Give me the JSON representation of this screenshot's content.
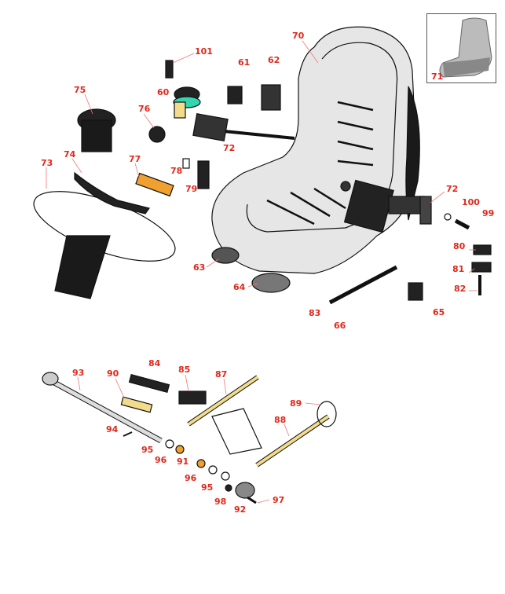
{
  "diagram": {
    "callouts": [
      "101",
      "70",
      "61",
      "62",
      "75",
      "60",
      "76",
      "72",
      "74",
      "73",
      "77",
      "78",
      "79",
      "72",
      "100",
      "99",
      "80",
      "81",
      "82",
      "63",
      "64",
      "83",
      "66",
      "65",
      "93",
      "90",
      "84",
      "85",
      "87",
      "89",
      "88",
      "94",
      "95",
      "96",
      "91",
      "96",
      "95",
      "98",
      "92",
      "97"
    ],
    "thumbnail_label": "71"
  },
  "colors": {
    "label": "#e0281c",
    "part_dark": "#1a1a1a",
    "seat_fill": "#e6e6e6",
    "brass": "#f2dc8c",
    "orange": "#f0a030",
    "teal": "#33d6b0"
  }
}
